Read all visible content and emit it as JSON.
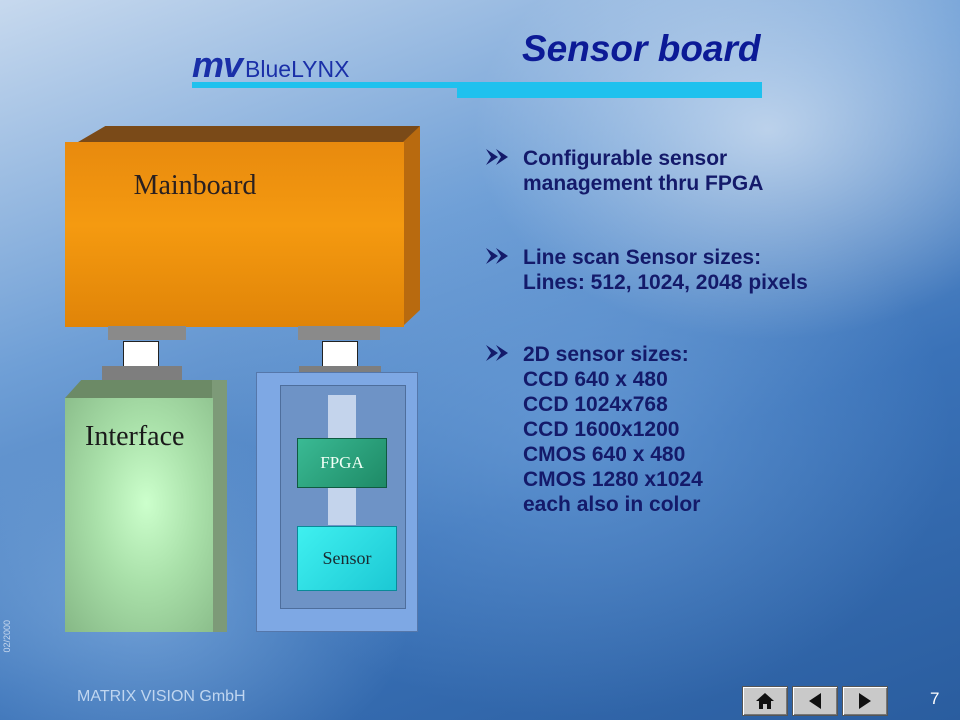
{
  "header": {
    "title": "Sensor board",
    "logo_mv": "mv",
    "logo_product": "BlueLYNX",
    "accent_color": "#1fc1ee",
    "title_color": "#0c1a96"
  },
  "diagram": {
    "mainboard_label": "Mainboard",
    "interface_label": "Interface",
    "fpga_label": "FPGA",
    "sensor_label": "Sensor",
    "colors": {
      "mainboard": "#f59a10",
      "interface": "#b0e6b0",
      "sensor_board": "#7ea8e4",
      "fpga": "#2aa07a",
      "sensor": "#2ee0e6"
    }
  },
  "bullets": [
    {
      "icon": "arrow-bullet-icon",
      "text": "Configurable sensor\nmanagement thru FPGA"
    },
    {
      "icon": "arrow-bullet-icon",
      "text": "Line scan Sensor sizes:\nLines: 512, 1024, 2048 pixels"
    },
    {
      "icon": "arrow-bullet-icon",
      "text": "2D sensor sizes:\nCCD 640 x 480\nCCD 1024x768\nCCD 1600x1200\nCMOS 640 x 480\nCMOS 1280 x1024\neach also in color"
    }
  ],
  "footer": {
    "date": "02/2000",
    "company": "MATRIX VISION GmbH",
    "page_number": "7",
    "nav_buttons": [
      {
        "icon": "home-icon"
      },
      {
        "icon": "previous-icon"
      },
      {
        "icon": "next-icon"
      }
    ]
  }
}
